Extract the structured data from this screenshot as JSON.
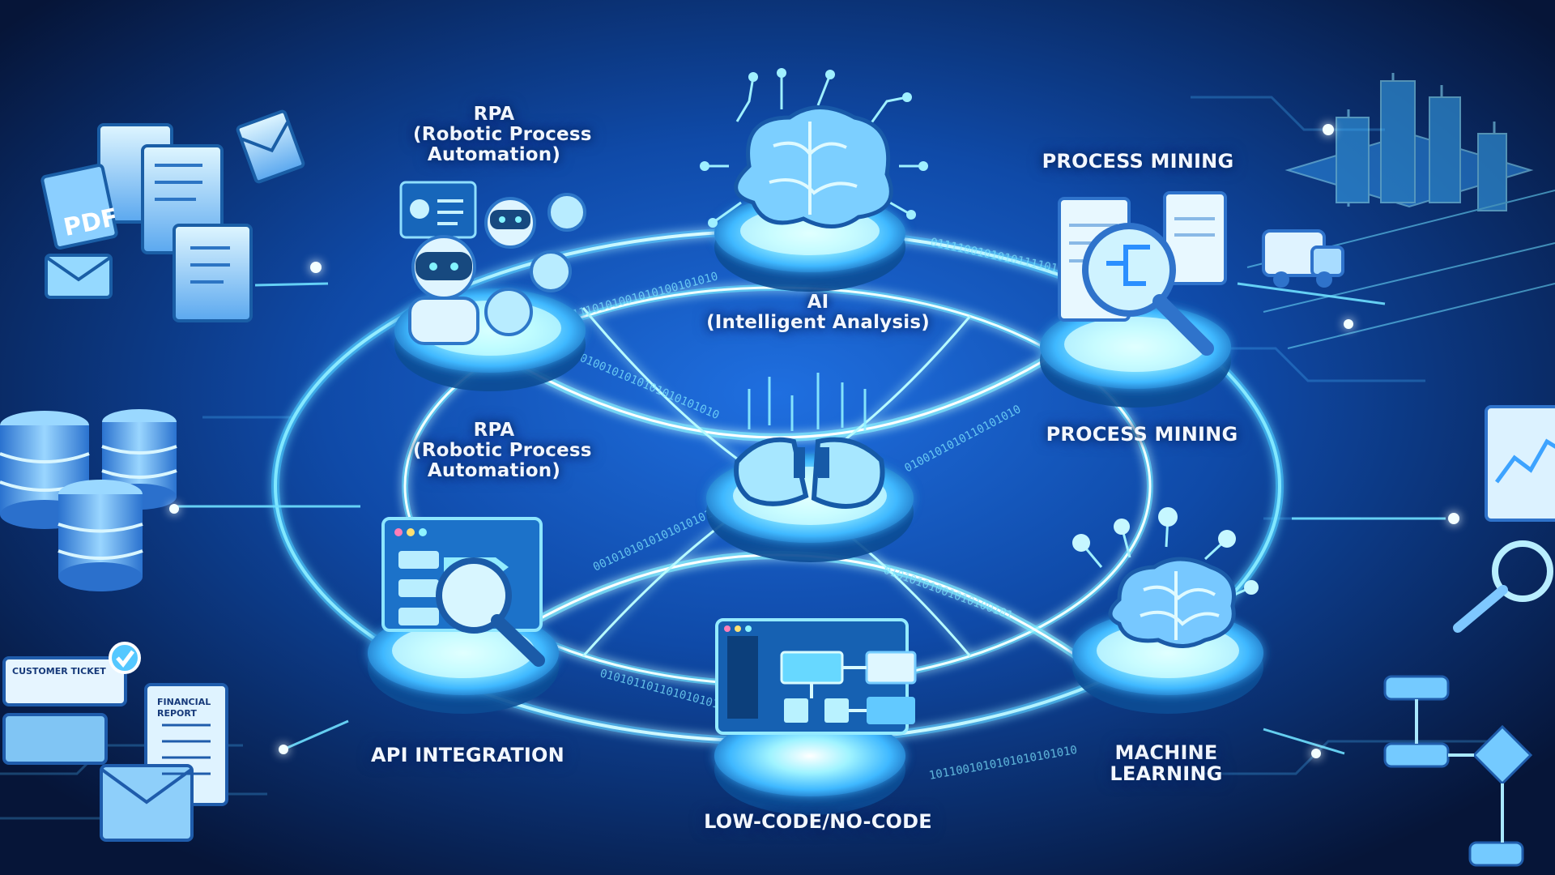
{
  "diagram": {
    "labels": {
      "rpa_top": {
        "line1": "RPA",
        "line2": "(Robotic Process",
        "line3": "Automation)"
      },
      "ai": {
        "line1": "AI",
        "line2": "(Intelligent Analysis)"
      },
      "process_mining_top": "PROCESS MINING",
      "rpa_mid": {
        "line1": "RPA",
        "line2": "(Robotic Process",
        "line3": "Automation)"
      },
      "process_mining_mid": "PROCESS MINING",
      "api_integration": "API INTEGRATION",
      "machine_learning": {
        "line1": "MACHINE",
        "line2": "LEARNING"
      },
      "low_code": "LOW-CODE/NO-CODE"
    },
    "document_labels": {
      "pdf": "PDF",
      "customer_ticket": "CUSTOMER TICKET",
      "financial_report_line1": "FINANCIAL",
      "financial_report_line2": "REPORT"
    },
    "binary_streams": {
      "s1": "01110101001010100101010",
      "s2": "0111100101010111101010",
      "s3": "0100101010101010101010",
      "s4": "0100101010110101010",
      "s5": "00101010101010101010",
      "s6": "01010101001010100101",
      "s7": "0101011011010101010",
      "s8": "1011001010101010101010"
    }
  }
}
